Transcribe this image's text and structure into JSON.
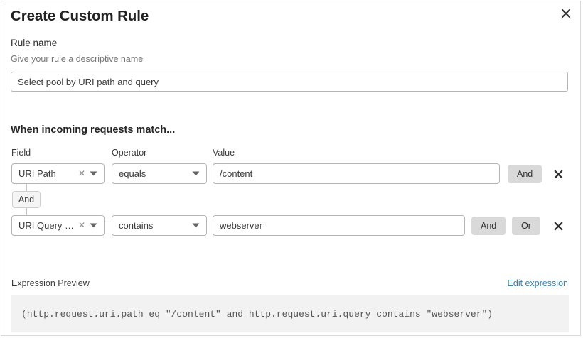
{
  "dialog": {
    "title": "Create Custom Rule",
    "close_icon": "close-icon"
  },
  "rule_name": {
    "label": "Rule name",
    "helper": "Give your rule a descriptive name",
    "value": "Select pool by URI path and query",
    "placeholder": ""
  },
  "conditions": {
    "heading": "When incoming requests match...",
    "columns": {
      "field": "Field",
      "operator": "Operator",
      "value": "Value"
    },
    "rows": [
      {
        "field": "URI Path",
        "operator": "equals",
        "value": "/content",
        "and_label": "And"
      },
      {
        "field": "URI Query St...",
        "operator": "contains",
        "value": "webserver",
        "and_label": "And",
        "or_label": "Or"
      }
    ],
    "connector": "And"
  },
  "expression": {
    "label": "Expression Preview",
    "edit_link": "Edit expression",
    "code": "(http.request.uri.path eq \"/content\" and http.request.uri.query contains \"webserver\")"
  },
  "colors": {
    "link": "#3b81a8",
    "chip_bg": "#d9d9d9",
    "code_bg": "#f2f2f2",
    "border": "#b5b5b5"
  }
}
